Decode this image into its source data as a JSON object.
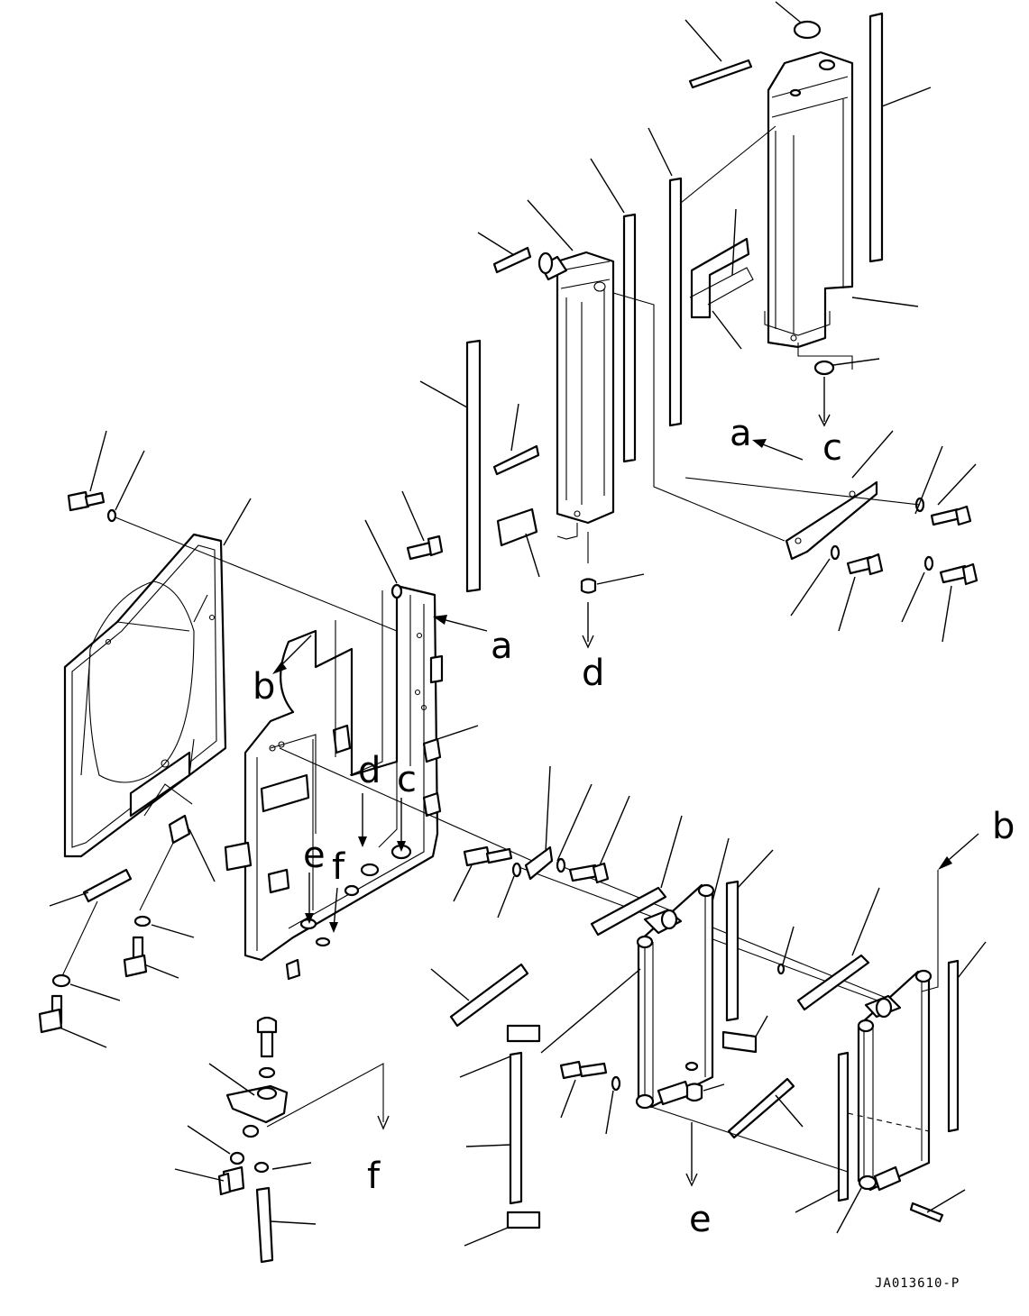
{
  "drawing": {
    "code": "JA013610-P",
    "callouts": {
      "a_top": "a",
      "a_mid": "a",
      "b_mid": "b",
      "b_right": "b",
      "c_top": "c",
      "c_mid": "c",
      "d_top": "d",
      "d_mid": "d",
      "e_mid": "e",
      "e_bottom": "e",
      "f_mid": "f",
      "f_bottom": "f"
    }
  }
}
